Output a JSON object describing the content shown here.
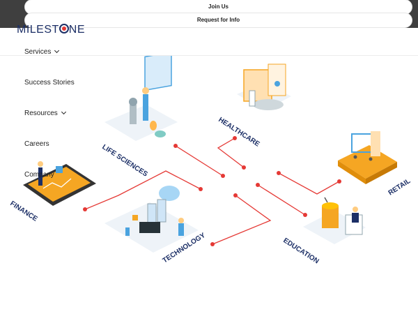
{
  "banner": {
    "join_label": "Join Us",
    "request_label": "Request for Info"
  },
  "brand": {
    "logo_pre": "MILEST",
    "logo_post": "NE"
  },
  "nav": {
    "items": [
      {
        "label": "Services",
        "has_dropdown": true
      },
      {
        "label": "Success Stories",
        "has_dropdown": false
      },
      {
        "label": "Resources",
        "has_dropdown": true
      },
      {
        "label": "Careers",
        "has_dropdown": false
      },
      {
        "label": "Company",
        "has_dropdown": false
      }
    ]
  },
  "industries": {
    "life_sciences": "LIFE SCIENCES",
    "healthcare": "HEALTHCARE",
    "retail": "RETAIL",
    "finance": "FINANCE",
    "technology": "TECHNOLOGY",
    "education": "EDUCATION"
  },
  "colors": {
    "brand_navy": "#1c2f66",
    "connector_red": "#e53935",
    "tile_orange": "#f5a623",
    "tile_blue": "#4aa3df"
  }
}
